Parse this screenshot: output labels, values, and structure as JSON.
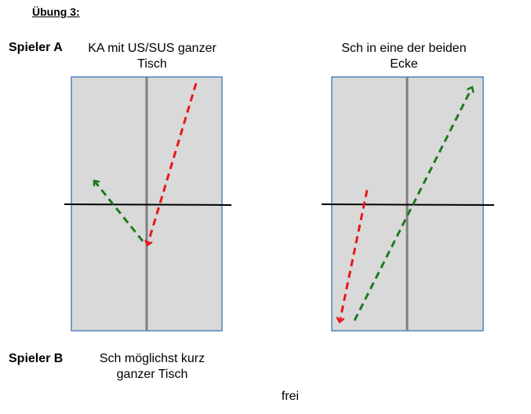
{
  "title": "Übung 3:",
  "left_panel": {
    "player_a_label": "Spieler A",
    "player_a_line1": "KA mit US/SUS ganzer",
    "player_a_line2": "Tisch",
    "player_b_label": "Spieler B",
    "player_b_line1": "Sch möglichst kurz",
    "player_b_line2": "ganzer Tisch"
  },
  "right_panel": {
    "line1": "Sch in eine der beiden",
    "line2": "Ecke"
  },
  "footer": "frei",
  "colors": {
    "table_fill": "#d9d9d9",
    "table_border": "#4f81bd",
    "center_line": "#7f7f7f",
    "net": "#000000",
    "arrow_red": "#e8171c",
    "arrow_green": "#1f7a1f"
  }
}
